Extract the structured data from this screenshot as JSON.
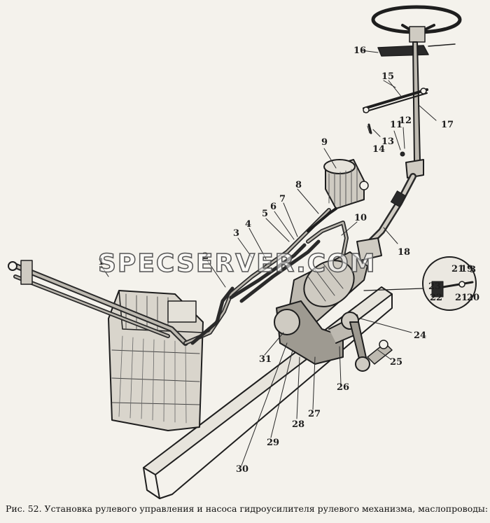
{
  "watermark": "SPECSERVER.COM",
  "caption": "Рис. 52. Установка рулевого управления и насоса гидроусилителя рулевого механизма, маслопроводы:",
  "callouts": {
    "c1": "1",
    "c2": "2",
    "c3": "3",
    "c4": "4",
    "c5": "5",
    "c6": "6",
    "c7": "7",
    "c8": "8",
    "c9": "9",
    "c10": "10",
    "c11": "11",
    "c12": "12",
    "c13": "13",
    "c14": "14",
    "c15": "15",
    "c16": "16",
    "c17": "17",
    "c18": "18",
    "c19": "19",
    "c20": "20",
    "c21a": "21",
    "c21b": "21",
    "c22": "22",
    "c23": "23",
    "c24": "24",
    "c25": "25",
    "c26": "26",
    "c27": "27",
    "c28": "28",
    "c29": "29",
    "c30": "30",
    "c31": "31",
    "c3b": "3"
  }
}
